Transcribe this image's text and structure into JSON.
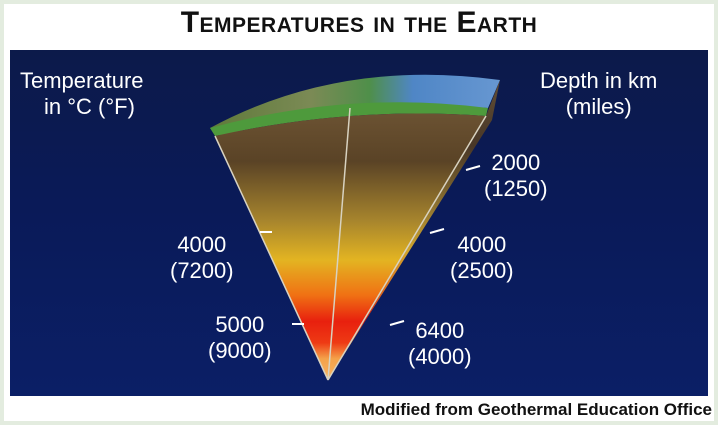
{
  "title": "Temperatures in the Earth",
  "left_heading": {
    "line1": "Temperature",
    "line2": "in °C (°F)"
  },
  "right_heading": {
    "line1": "Depth in km",
    "line2": "(miles)"
  },
  "temperature_labels": [
    {
      "line1": "4000",
      "line2": "(7200)"
    },
    {
      "line1": "5000",
      "line2": "(9000)"
    }
  ],
  "depth_labels": [
    {
      "line1": "2000",
      "line2": "(1250)"
    },
    {
      "line1": "4000",
      "line2": "(2500)"
    },
    {
      "line1": "6400",
      "line2": "(4000)"
    }
  ],
  "credit": "Modified from Geothermal Education Office",
  "colors": {
    "background": "#0b1a57",
    "crust_green": "#4e9a3c",
    "ocean_blue": "#4f86c6",
    "mantle_top": "#5a4326",
    "core_red": "#e8200e",
    "inner_core": "#f4a24a"
  }
}
